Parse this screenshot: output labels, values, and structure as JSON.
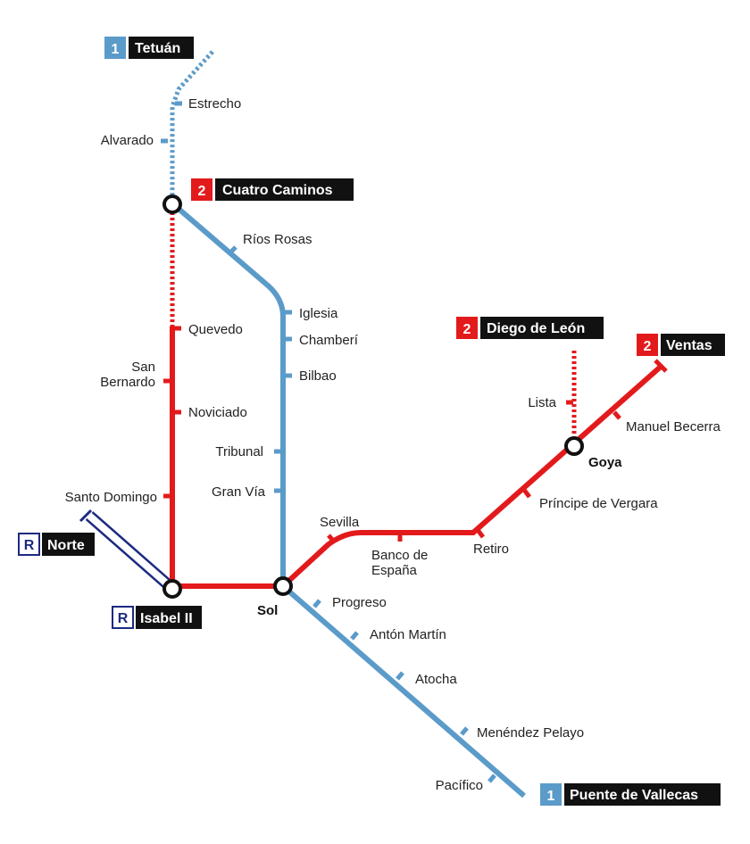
{
  "colors": {
    "line1": "#5b9bc9",
    "line2": "#e31a1c",
    "lineR": "#1c2a80",
    "label_bg": "#111111",
    "background": "#ffffff"
  },
  "lines": {
    "line1": {
      "number": "1",
      "terminus_north": "Tetuán",
      "terminus_south": "Puente de Vallecas"
    },
    "line2": {
      "number": "2",
      "terminus_north": "Cuatro Caminos",
      "terminus_branch": "Diego de León",
      "terminus_east": "Ventas"
    },
    "ramal": {
      "letter": "R",
      "terminus_north": "Norte",
      "terminus_south": "Isabel II"
    }
  },
  "stations": {
    "estrecho": "Estrecho",
    "alvarado": "Alvarado",
    "rios_rosas": "Ríos Rosas",
    "iglesia": "Iglesia",
    "chamberi": "Chamberí",
    "bilbao": "Bilbao",
    "tribunal": "Tribunal",
    "gran_via": "Gran Vía",
    "quevedo": "Quevedo",
    "san_bernardo_1": "San",
    "san_bernardo_2": "Bernardo",
    "noviciado": "Noviciado",
    "santo_domingo": "Santo Domingo",
    "sol": "Sol",
    "sevilla": "Sevilla",
    "banco_1": "Banco de",
    "banco_2": "España",
    "retiro": "Retiro",
    "principe_vergara": "Príncipe de Vergara",
    "goya": "Goya",
    "lista": "Lista",
    "manuel_becerra": "Manuel Becerra",
    "progreso": "Progreso",
    "anton_martin": "Antón Martín",
    "atocha": "Atocha",
    "menendez_pelayo": "Menéndez Pelayo",
    "pacifico": "Pacífico"
  }
}
